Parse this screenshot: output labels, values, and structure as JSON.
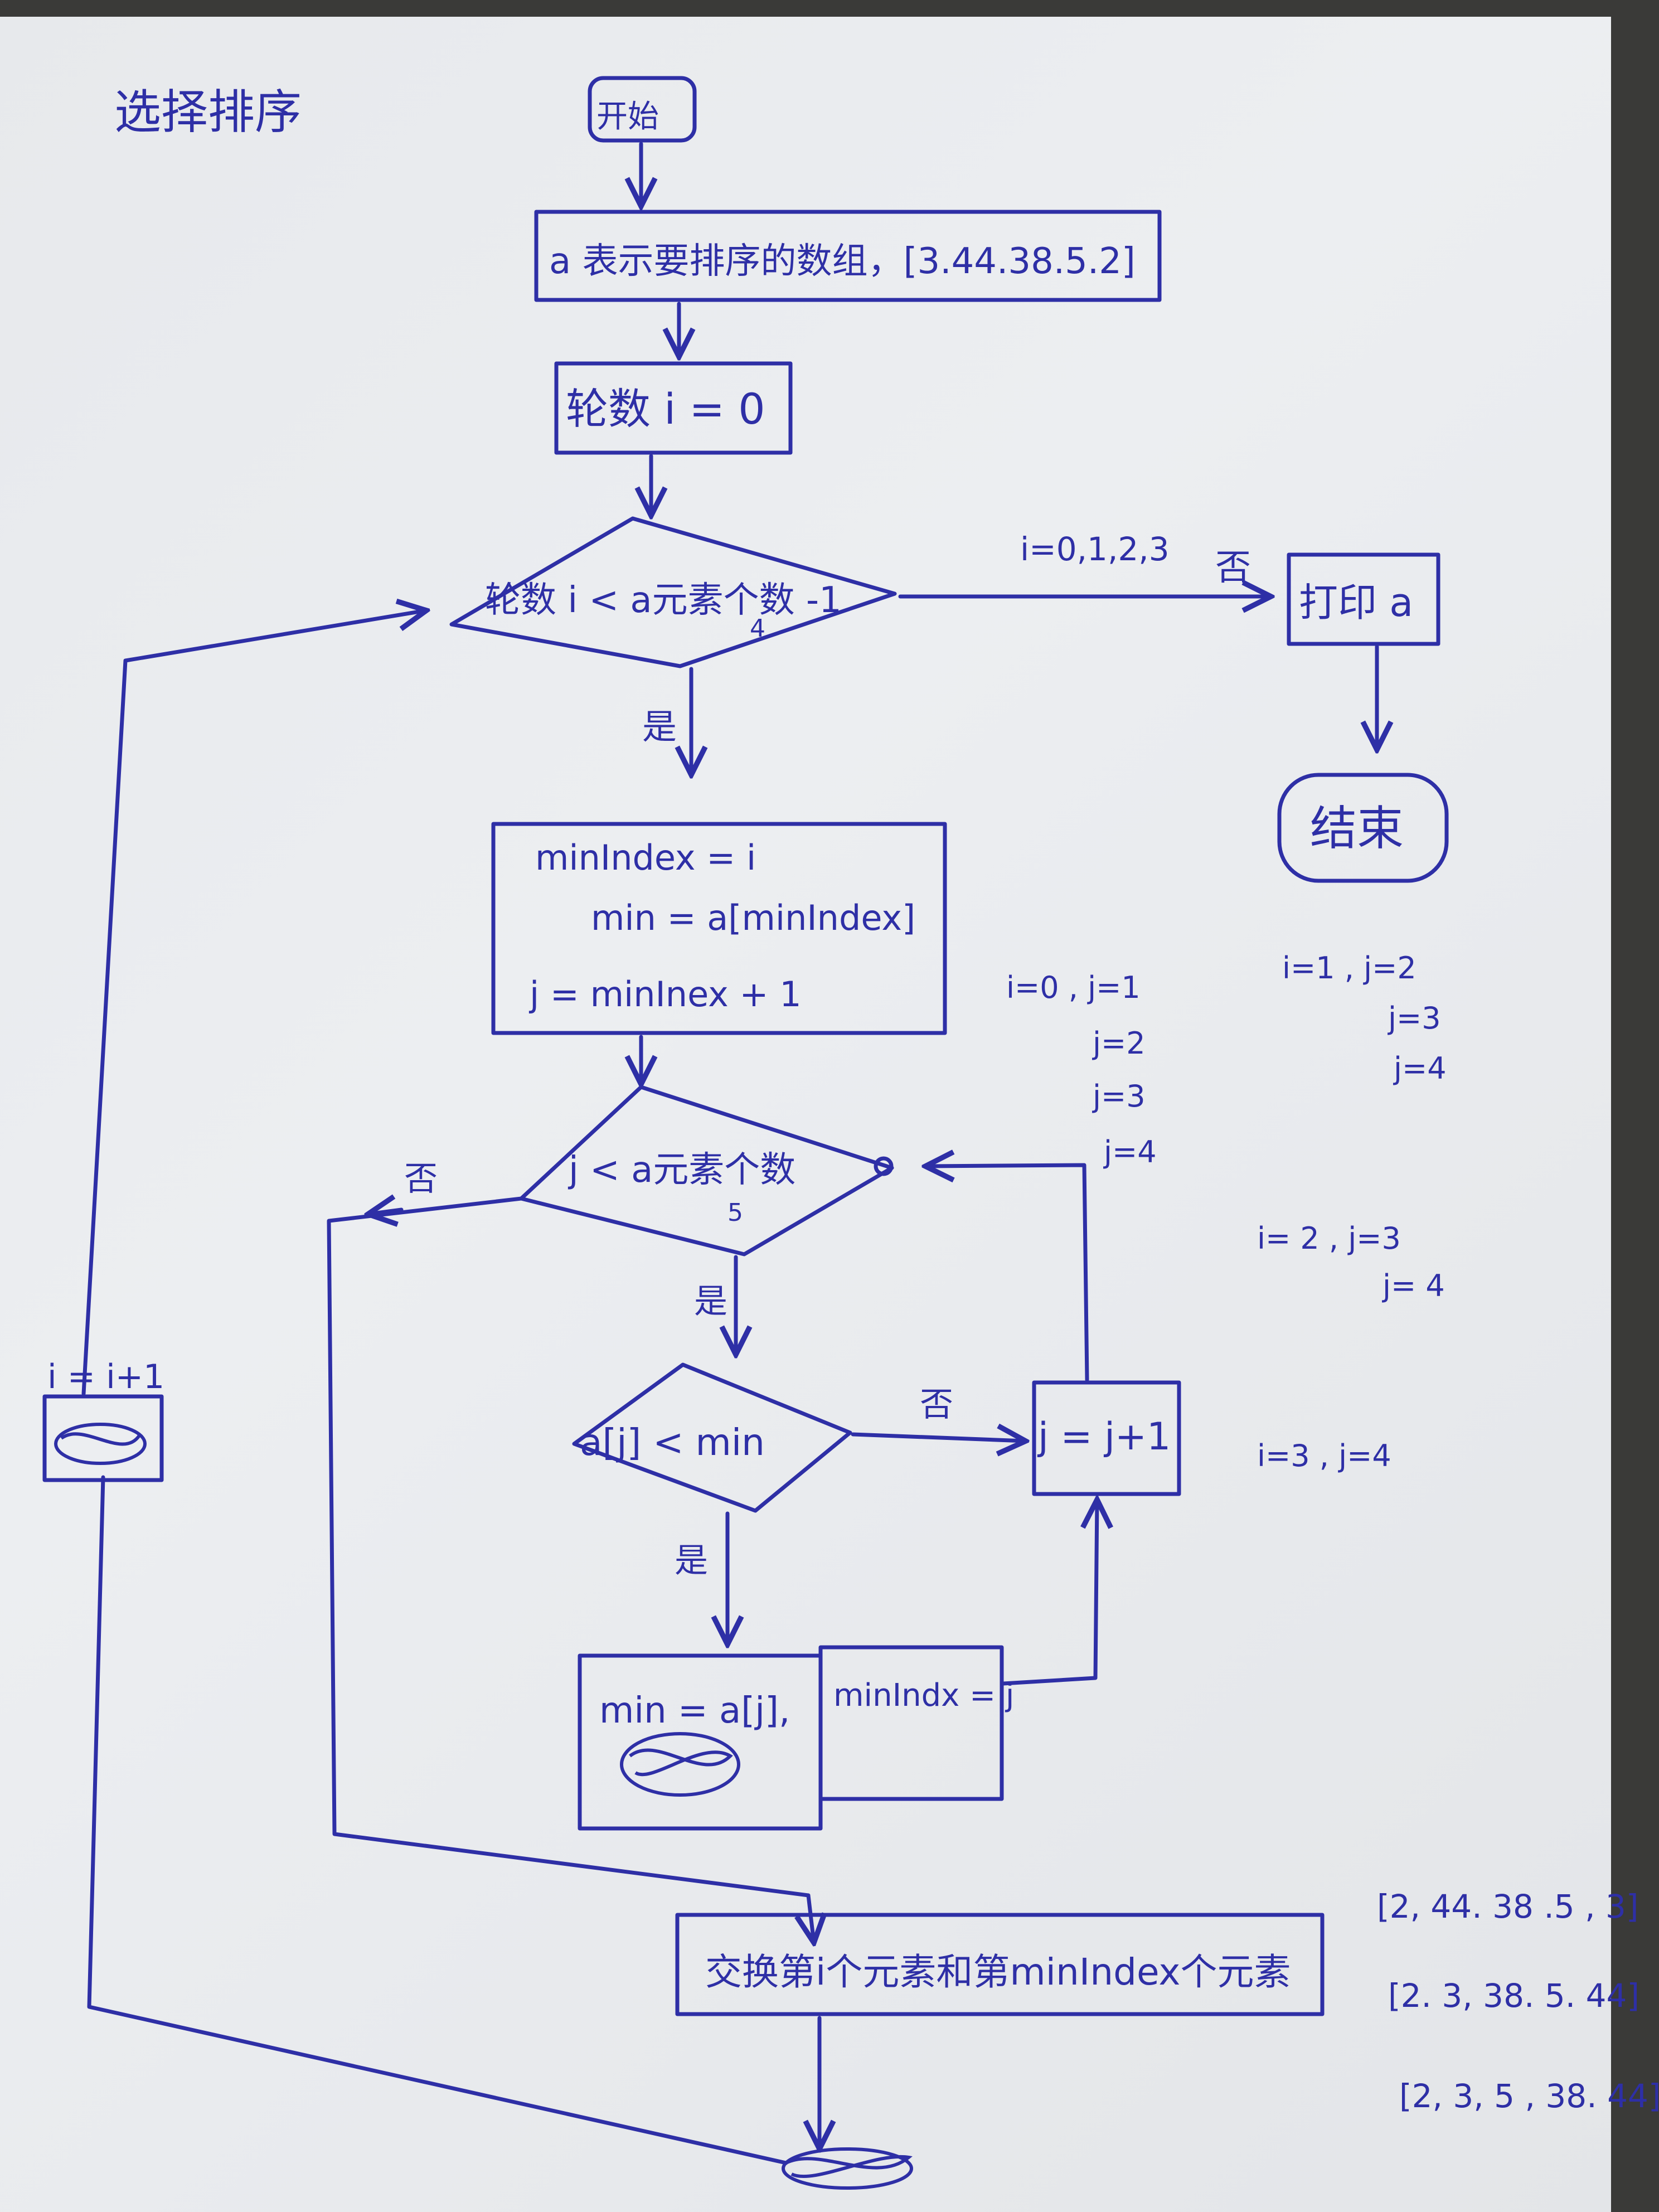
{
  "title": "选择排序",
  "nodes": {
    "start": "开始",
    "input": "a 表示要排序的数组，[3.44.38.5.2]",
    "init_i": "轮数 i = 0",
    "cond_outer": "轮数 i < a元素个数 -1",
    "cond_outer_note": "4",
    "print": "打印 a",
    "end": "结束",
    "init_block": [
      "minIndex = i",
      "min = a[minIndex]",
      "j = minInex + 1"
    ],
    "cond_inner": "j < a元素个数",
    "cond_inner_note": "5",
    "cond_cmp": "a[j] < min",
    "incr_j": "j = j+1",
    "assign_a": "min = a[j],",
    "assign_b": "minIndx = j",
    "swap": "交换第i个元素和第minIndex个元素",
    "incr_i": "i = i+1"
  },
  "edges": {
    "outer_no": "否",
    "outer_no_note": "i=0,1,2,3",
    "outer_yes": "是",
    "inner_no": "否",
    "inner_yes": "是",
    "cmp_no": "否",
    "cmp_yes": "是"
  },
  "notes": {
    "i0": [
      "i=0 , j=1",
      "j=2",
      "j=3",
      "j=4"
    ],
    "i1": [
      "i=1 , j=2",
      "j=3",
      "j=4"
    ],
    "i2": [
      "i= 2 , j=3",
      "j= 4"
    ],
    "i3": [
      "i=3 , j=4"
    ],
    "arrays": [
      "[2, 44. 38 .5 , 3]",
      "[2. 3, 38. 5. 44]",
      "[2, 3, 5 , 38. 44]"
    ]
  }
}
